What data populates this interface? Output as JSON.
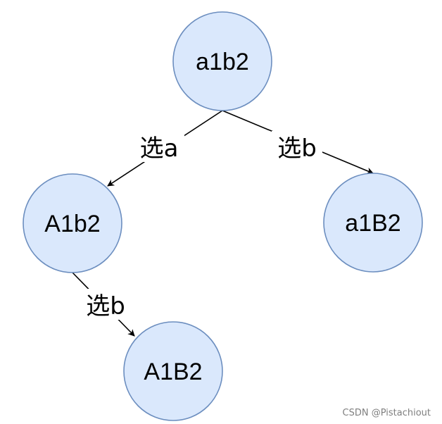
{
  "diagram": {
    "nodes": [
      {
        "id": "root",
        "label": "a1b2"
      },
      {
        "id": "left",
        "label": "A1b2"
      },
      {
        "id": "right",
        "label": "a1B2"
      },
      {
        "id": "leftleft",
        "label": "A1B2"
      }
    ],
    "edges": [
      {
        "from": "root",
        "to": "left",
        "label": "选a"
      },
      {
        "from": "root",
        "to": "right",
        "label": "选b"
      },
      {
        "from": "left",
        "to": "leftleft",
        "label": "选b"
      }
    ]
  },
  "colors": {
    "node_fill": "#dae8fc",
    "node_stroke": "#6c8ebf",
    "edge_stroke": "#000000"
  },
  "watermark": {
    "text": "CSDN @Pistachiout"
  }
}
